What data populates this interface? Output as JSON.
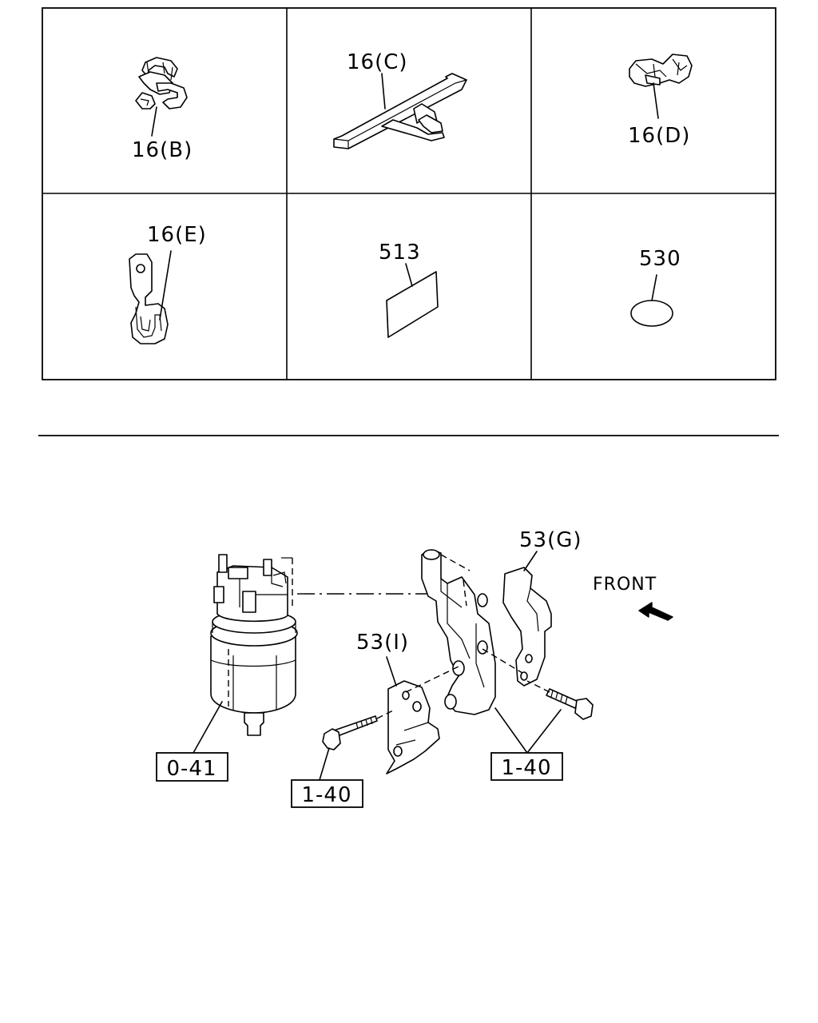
{
  "legend_cells": [
    {
      "label": "16(B)"
    },
    {
      "label": "16(C)"
    },
    {
      "label": "16(D)"
    },
    {
      "label": "16(E)"
    },
    {
      "label": "513"
    },
    {
      "label": "530"
    }
  ],
  "main_diagram": {
    "labels": {
      "bracket_g": "53(G)",
      "bracket_i": "53(I)",
      "front": "FRONT",
      "filter_ref": "0-41",
      "bolt_ref_left": "1-40",
      "bolt_ref_right": "1-40"
    }
  }
}
